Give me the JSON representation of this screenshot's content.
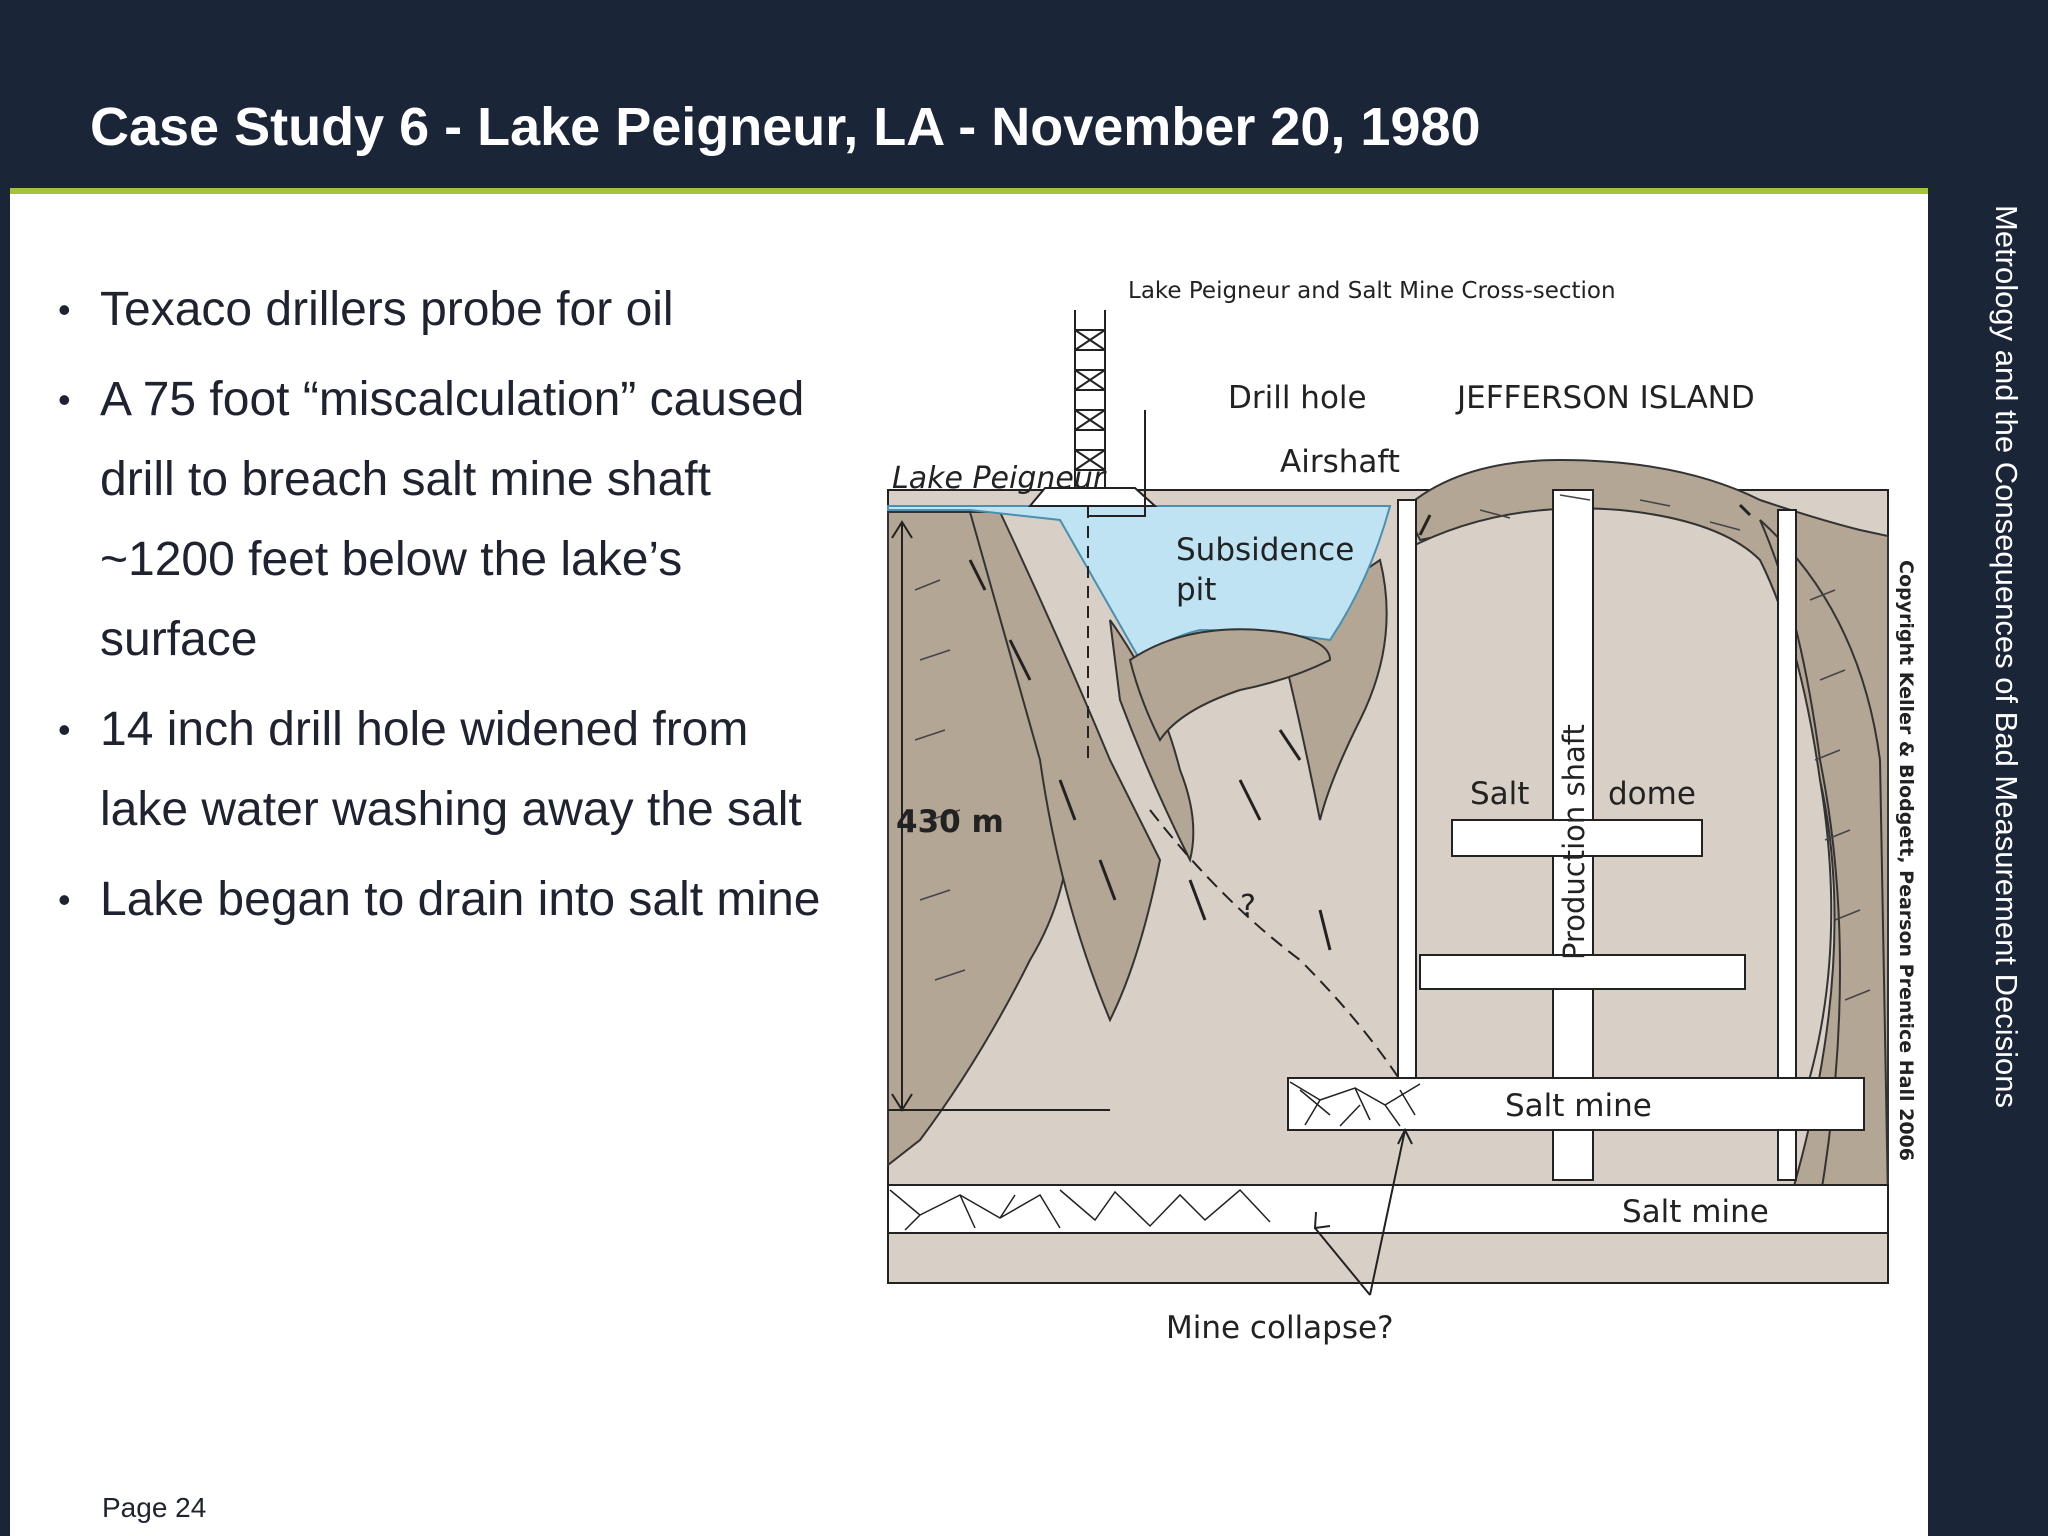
{
  "slide": {
    "title": "Case Study 6 -  Lake Peigneur, LA - November 20, 1980",
    "side_text": "Metrology and the Consequences of Bad Measurement Decisions",
    "page_label": "Page 24",
    "bullets": [
      "Texaco drillers probe for oil",
      "A 75 foot “miscalculation” caused drill to breach salt mine shaft ~1200 feet below the lake’s surface",
      "14 inch drill hole widened from lake water washing away the salt",
      "Lake began to drain into salt mine"
    ],
    "bullet_glyph": "•"
  },
  "diagram": {
    "title": "Lake Peigneur and Salt Mine Cross-section",
    "labels": {
      "drill_hole": "Drill hole",
      "jefferson_island": "JEFFERSON ISLAND",
      "airshaft": "Airshaft",
      "lake_peigneur": "Lake Peigneur",
      "subsidence_pit_1": "Subsidence",
      "subsidence_pit_2": "pit",
      "depth": "430 m",
      "question": "?",
      "salt": "Salt",
      "dome": "dome",
      "production_shaft": "Production shaft",
      "salt_mine_upper": "Salt mine",
      "salt_mine_lower": "Salt mine",
      "mine_collapse": "Mine collapse?",
      "copyright": "Copyright Keller & Blodgett, Pearson Prentice Hall 2006"
    },
    "colors": {
      "sediment": "#b3a695",
      "salt": "#d8d0c6",
      "water": "#bfe3f2",
      "line": "#222222"
    }
  },
  "colors": {
    "title_bar": "#1a2538",
    "accent": "#a4c23c",
    "content_bg": "#ffffff"
  }
}
